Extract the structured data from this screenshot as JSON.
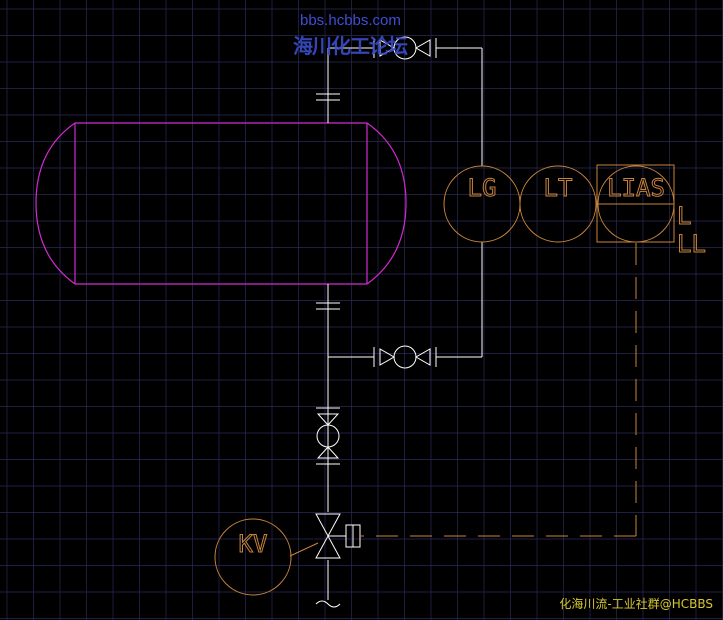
{
  "watermark": {
    "url": "bbs.hcbbs.com",
    "name": "海川化工论坛"
  },
  "footer": {
    "credit": "化海川流-工业社群@HCBBS"
  },
  "instruments": {
    "lg": "LG",
    "lt": "LT",
    "lias": "LIAS",
    "alarm_low": "L",
    "alarm_lowlow": "LL",
    "kv": "KV"
  },
  "colors": {
    "background": "#000000",
    "grid": "#2a2a5a",
    "vessel": "#d22ad2",
    "pipe": "#ffffff",
    "instrument": "#c8843c",
    "watermark": "#3a4dc9",
    "footer": "#d8c830"
  }
}
